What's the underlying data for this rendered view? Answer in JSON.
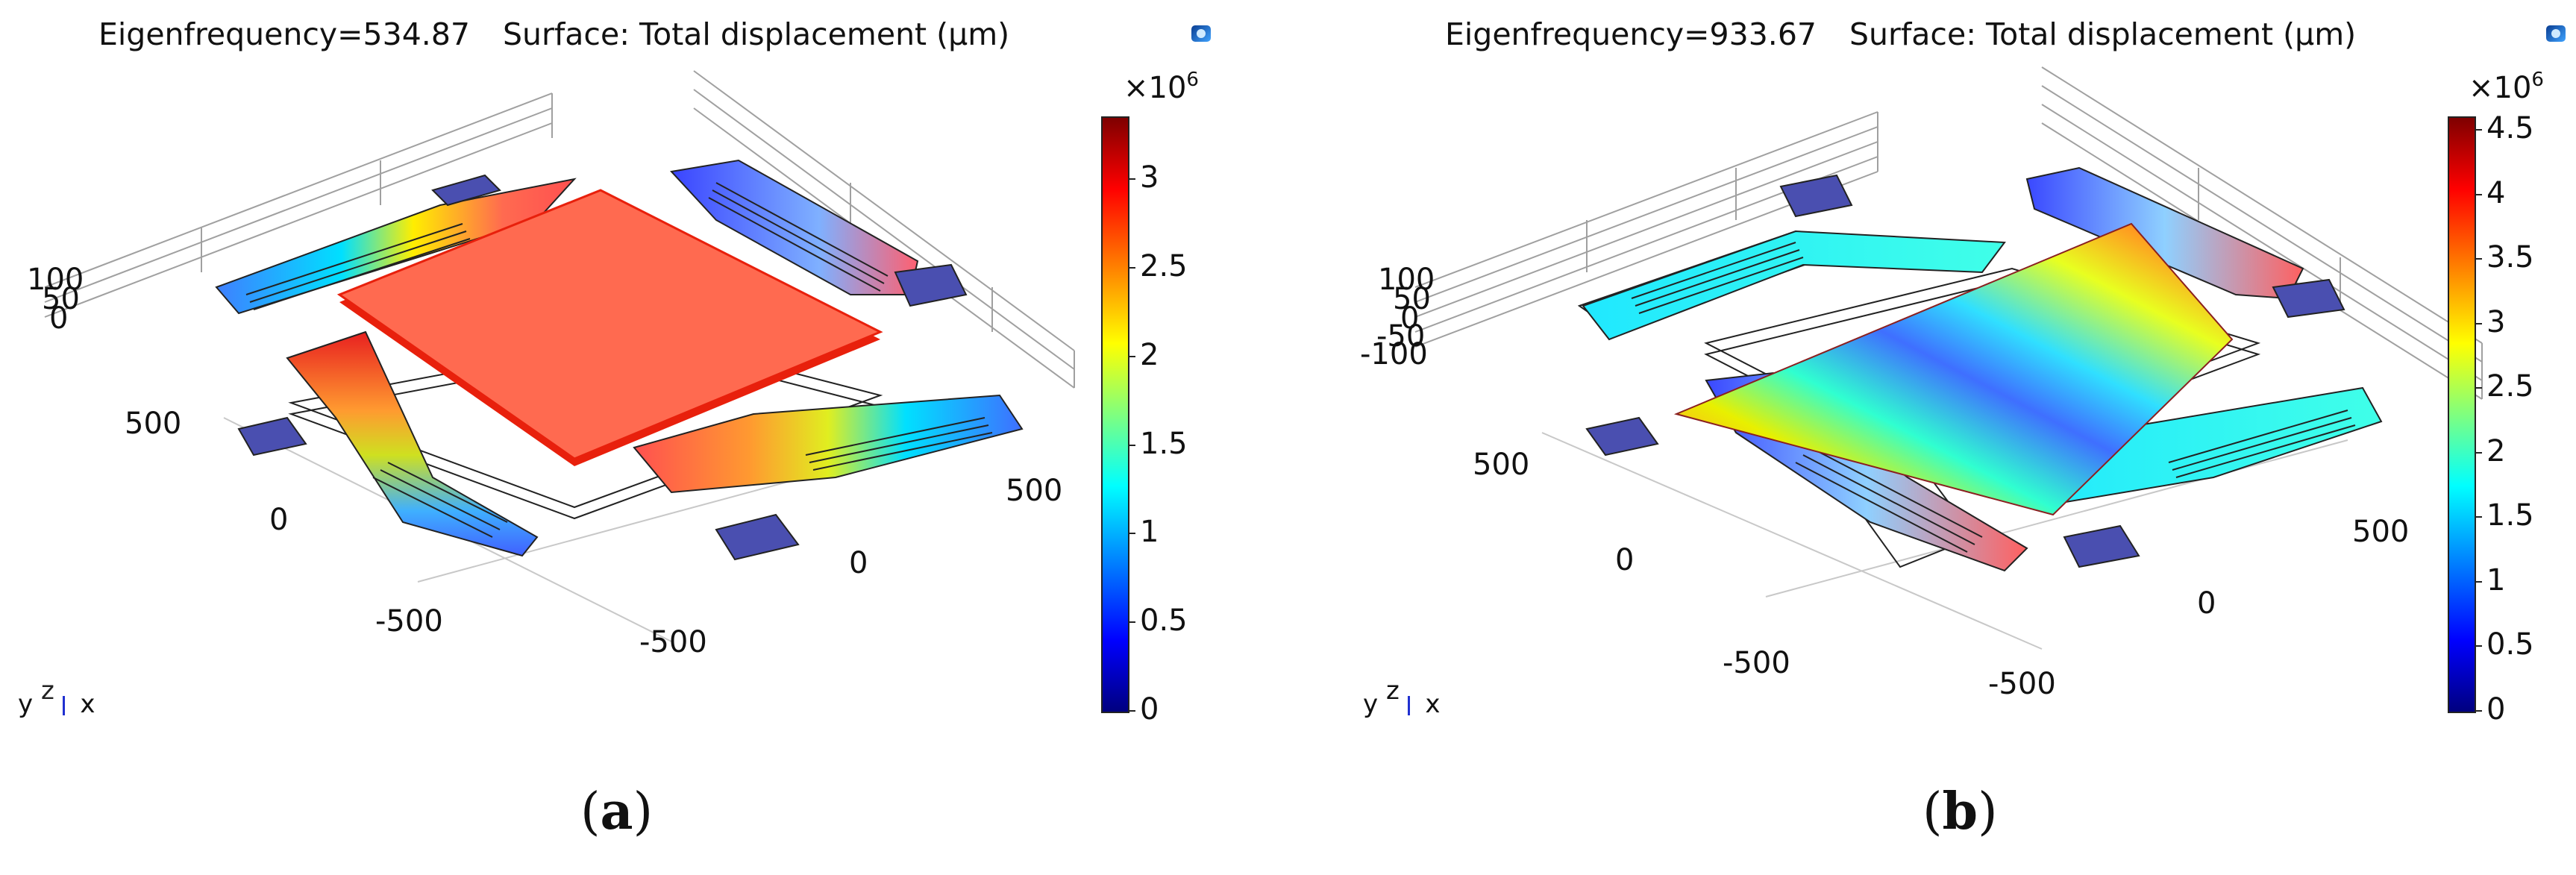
{
  "panels": [
    {
      "title_freq": "Eigenfrequency=534.87",
      "title_surface": "Surface: Total displacement (μm)",
      "caption_open": "(",
      "caption_letter": "a",
      "caption_close": ")",
      "colorbar": {
        "exponent_base": "×10",
        "exponent_power": "6",
        "ticks": [
          "3",
          "2.5",
          "2",
          "1.5",
          "1",
          "0.5",
          "0"
        ],
        "range": [
          0,
          3.35
        ]
      },
      "z_ticks": [
        "100",
        "50",
        "0"
      ],
      "y_ticks": [
        "500",
        "0",
        "-500"
      ],
      "x_ticks": [
        "500",
        "0",
        "-500"
      ],
      "triad": {
        "y": "y",
        "z": "z",
        "x": "x"
      }
    },
    {
      "title_freq": "Eigenfrequency=933.67",
      "title_surface": "Surface: Total displacement (μm)",
      "caption_open": "(",
      "caption_letter": "b",
      "caption_close": ")",
      "colorbar": {
        "exponent_base": "×10",
        "exponent_power": "6",
        "ticks": [
          "4.5",
          "4",
          "3.5",
          "3",
          "2.5",
          "2",
          "1.5",
          "1",
          "0.5",
          "0"
        ],
        "range": [
          0,
          4.6
        ]
      },
      "z_ticks": [
        "100",
        "50",
        "0",
        "-50",
        "-100"
      ],
      "y_ticks": [
        "500",
        "0",
        "-500"
      ],
      "x_ticks": [
        "500",
        "0",
        "-500"
      ],
      "triad": {
        "y": "y",
        "z": "z",
        "x": "x"
      }
    }
  ],
  "colors": {
    "plate_a": "#ff6a50",
    "plate_a_edge": "#e8200c",
    "anchor": "#4a4fb0",
    "frame": "#111111",
    "grid": "#9a9a9a"
  }
}
